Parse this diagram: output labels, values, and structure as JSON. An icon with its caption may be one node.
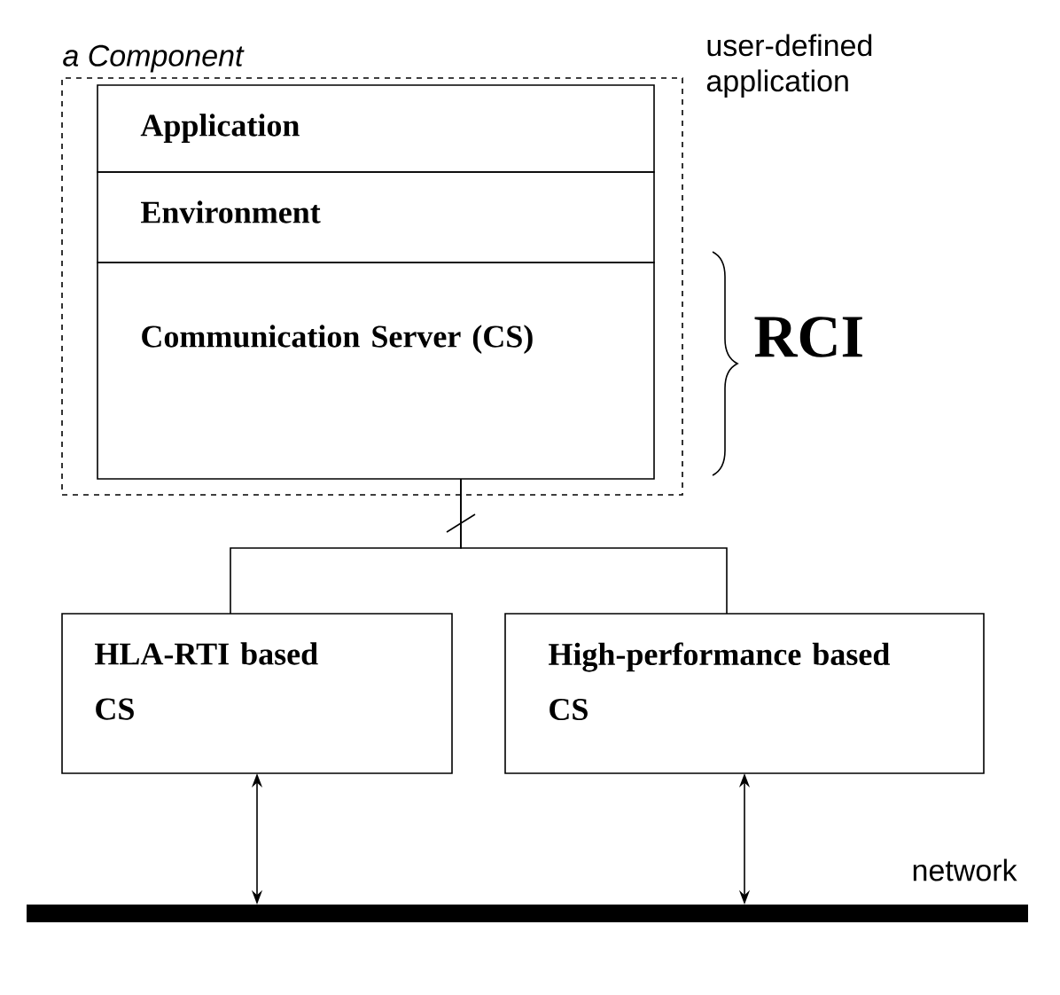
{
  "diagram": {
    "nodes": [
      {
        "text": [
          "a Component"
        ]
      },
      {
        "text": [
          "Application"
        ],
        "in": 0,
        "beside": [
          "user-defined application"
        ]
      },
      {
        "text": [
          "Environment"
        ],
        "in": 0
      },
      {
        "text": [
          "Communication Server (CS)"
        ],
        "in": 0
      },
      {
        "text": [
          "HLA-RTI based CS"
        ]
      },
      {
        "text": [
          "High-performance based CS"
        ]
      },
      {
        "text": [],
        "shape": "bar",
        "beside": [
          "network"
        ]
      }
    ],
    "edges": [
      {
        "from": 3,
        "to": 4,
        "arrow": "none"
      },
      {
        "from": 3,
        "to": 5,
        "arrow": "none"
      },
      {
        "from": 4,
        "to": 6,
        "arrow": "both"
      },
      {
        "from": 5,
        "to": 6,
        "arrow": "both"
      }
    ],
    "labels": [
      "RCI"
    ]
  }
}
